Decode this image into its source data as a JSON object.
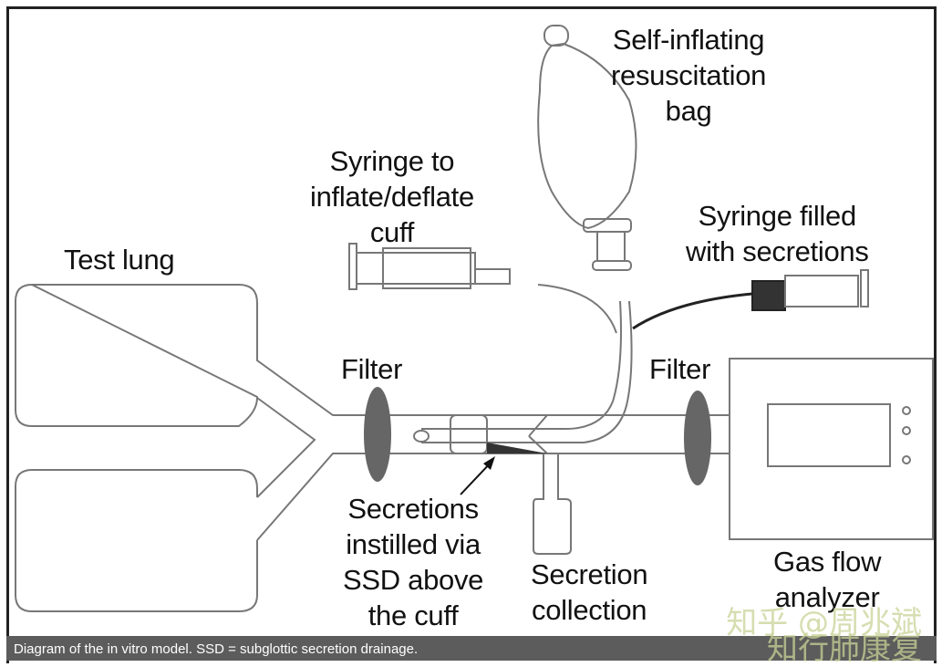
{
  "labels": {
    "bag": [
      "Self-inflating",
      "resuscitation",
      "bag"
    ],
    "syringe_cuff": [
      "Syringe to",
      "inflate/deflate",
      "cuff"
    ],
    "syringe_secretions": [
      "Syringe filled",
      "with secretions"
    ],
    "test_lung": "Test lung",
    "filter_left": "Filter",
    "filter_right": "Filter",
    "secretions_instilled": [
      "Secretions",
      "instilled via",
      "SSD above",
      "the cuff"
    ],
    "secretion_collection": [
      "Secretion",
      "collection"
    ],
    "gas_flow_analyzer": [
      "Gas flow",
      "analyzer"
    ]
  },
  "caption": "Diagram of the in vitro model. SSD = subglottic secretion drainage.",
  "watermark": [
    "知乎 @周兆斌",
    "知行肺康复"
  ],
  "colors": {
    "filter_fill": "#666666",
    "secretion_fill": "#333333",
    "line": "#777777",
    "caption_bg": "#5c5c5c"
  }
}
